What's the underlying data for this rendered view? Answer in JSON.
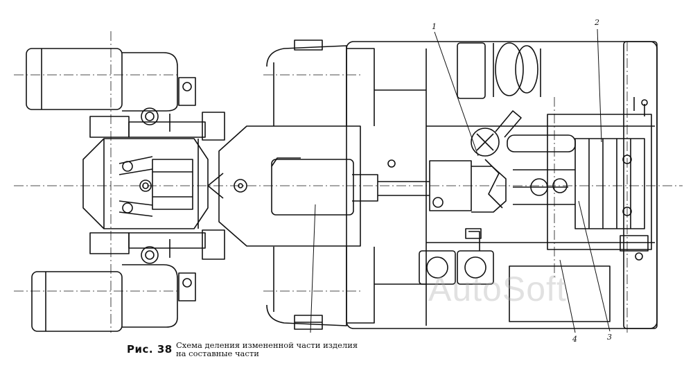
{
  "figure": {
    "label": "Рис. 38",
    "caption": "Схема деления измененной части изделия\nна составные части"
  },
  "callouts": [
    "1",
    "2",
    "3",
    "4"
  ],
  "watermark": "AutoSoft",
  "colors": {
    "ink": "#111111",
    "paper": "#ffffff",
    "watermark": "#aaaaaa"
  }
}
